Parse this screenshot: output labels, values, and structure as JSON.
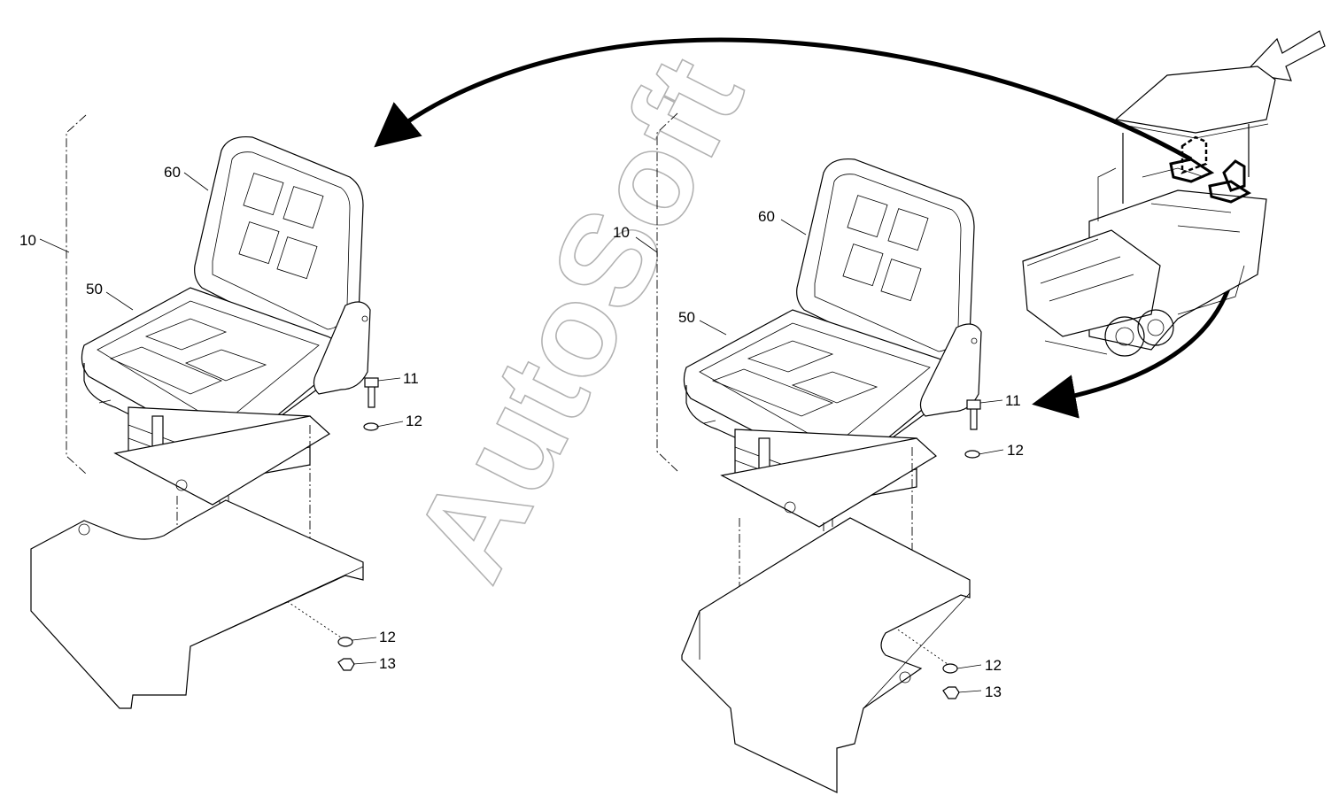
{
  "watermark": "AutoSoft",
  "left_assembly": {
    "labels": {
      "part_10": "10",
      "part_60": "60",
      "part_50": "50",
      "part_11": "11",
      "part_12_top": "12",
      "part_12_bottom": "12",
      "part_13": "13"
    }
  },
  "right_assembly": {
    "labels": {
      "part_10": "10",
      "part_60": "60",
      "part_50": "50",
      "part_11": "11",
      "part_12_top": "12",
      "part_12_bottom": "12",
      "part_13": "13"
    }
  }
}
